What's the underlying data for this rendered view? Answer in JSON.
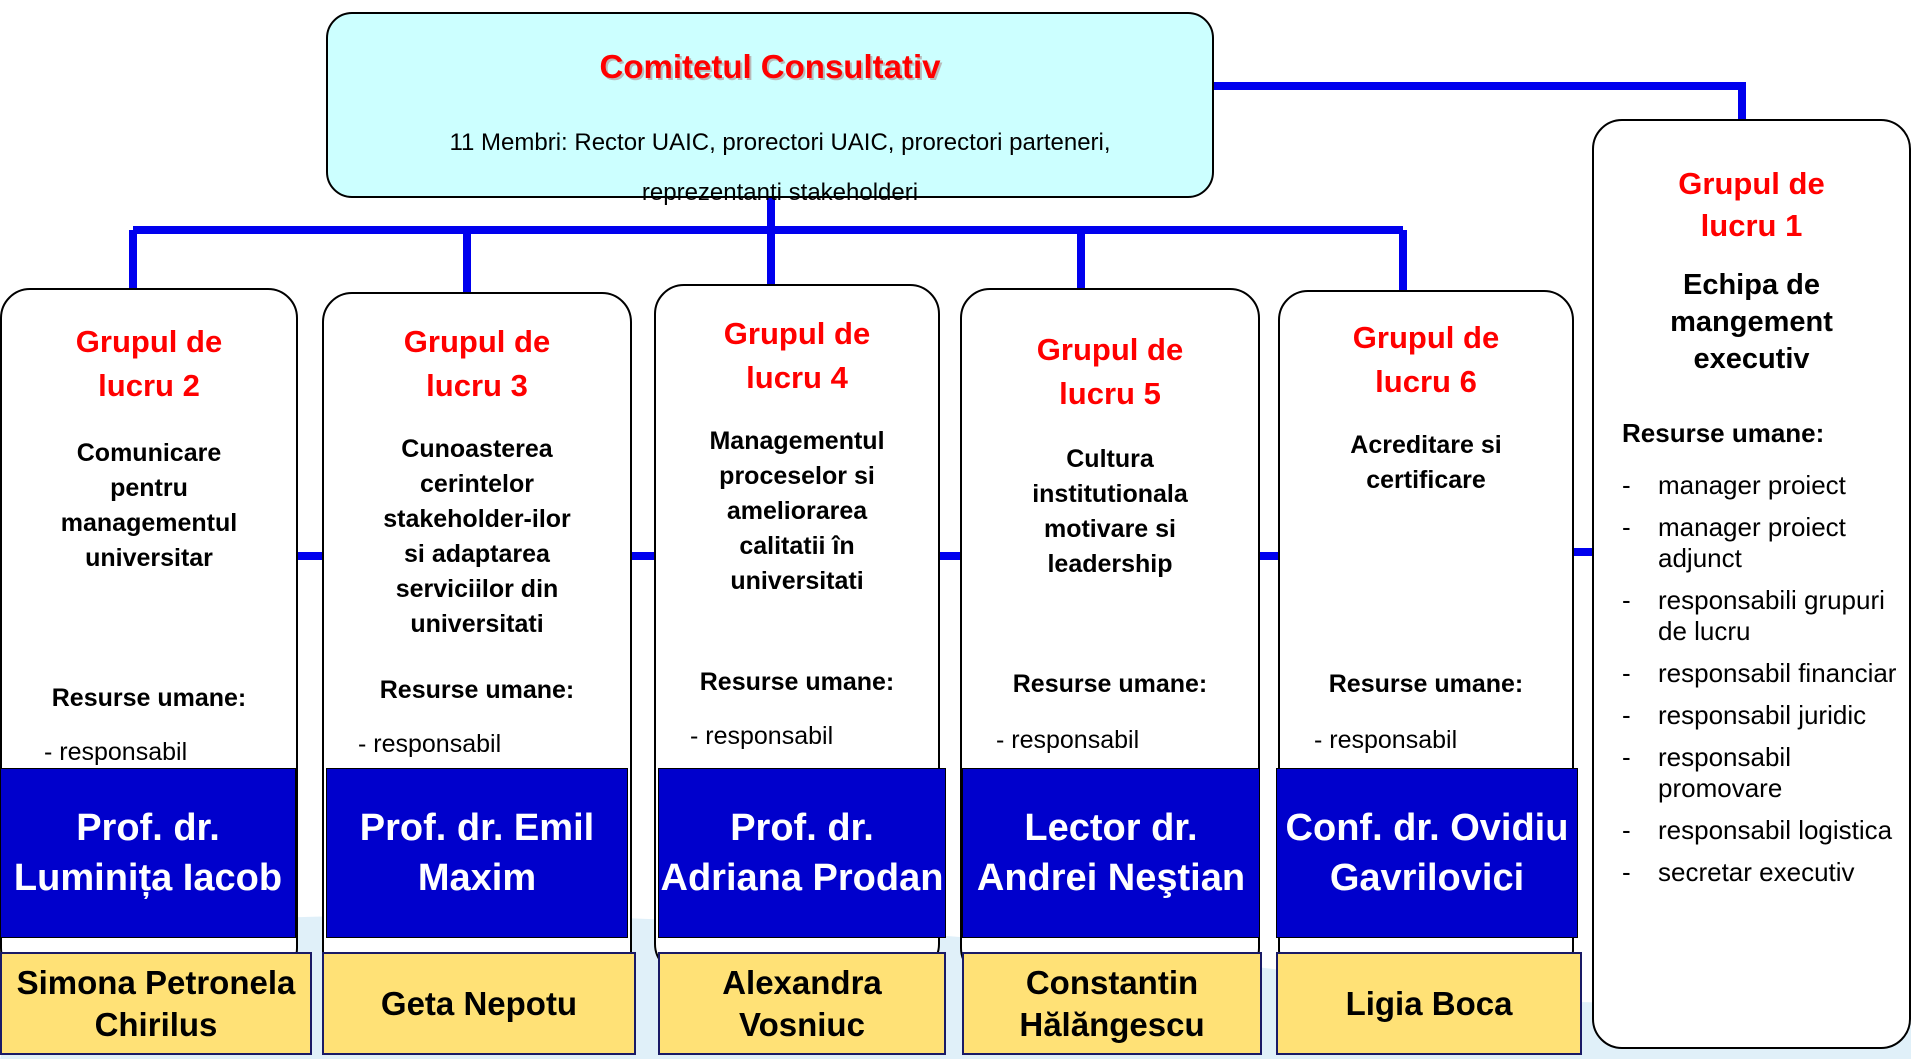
{
  "committee": {
    "title": "Comitetul Consultativ",
    "description_line1": "11 Membri: Rector UAIC, prorectori UAIC, prorectori parteneri,",
    "description_line2": "reprezentanti stakeholderi"
  },
  "group1": {
    "title_line1": "Grupul de",
    "title_line2": "lucru 1",
    "topic_lines": [
      "Echipa de",
      "mangement",
      "executiv"
    ],
    "resources_title": "Resurse umane:",
    "resources": [
      "manager proiect",
      "manager proiect adjunct",
      "responsabili grupuri de lucru",
      "responsabil financiar",
      "responsabil juridic",
      "responsabil promovare",
      "responsabil logistica",
      "secretar executiv"
    ]
  },
  "groups": [
    {
      "title_line1": "Grupul de",
      "title_line2": "lucru 2",
      "topic_lines": [
        "Comunicare",
        "pentru",
        "managementul",
        "universitar"
      ],
      "resources_title": "Resurse umane:",
      "resource_first": "- responsabil",
      "leader_line1": "Prof. dr.",
      "leader_line2": "Luminița Iacob",
      "member_line1": "Simona Petronela",
      "member_line2": "Chirilus"
    },
    {
      "title_line1": "Grupul de",
      "title_line2": "lucru 3",
      "topic_lines": [
        "Cunoasterea",
        "cerintelor",
        "stakeholder-ilor",
        "si adaptarea",
        "serviciilor din",
        "universitati"
      ],
      "resources_title": "Resurse umane:",
      "resource_first": "- responsabil",
      "leader_line1": "Prof. dr. Emil",
      "leader_line2": "Maxim",
      "member_line1": "Geta Nepotu",
      "member_line2": ""
    },
    {
      "title_line1": "Grupul de",
      "title_line2": "lucru 4",
      "topic_lines": [
        "Managementul",
        "proceselor si",
        "ameliorarea",
        "calitatii în",
        "universitati"
      ],
      "resources_title": "Resurse umane:",
      "resource_first": "- responsabil",
      "leader_line1": "Prof. dr.",
      "leader_line2": "Adriana Prodan",
      "member_line1": "Alexandra",
      "member_line2": "Vosniuc"
    },
    {
      "title_line1": "Grupul de",
      "title_line2": "lucru 5",
      "topic_lines": [
        "Cultura",
        "institutionala",
        "motivare si",
        "leadership"
      ],
      "resources_title": "Resurse umane:",
      "resource_first": "- responsabil",
      "leader_line1": "Lector  dr.",
      "leader_line2": "Andrei Neştian",
      "member_line1": "Constantin",
      "member_line2": "Hălăngescu"
    },
    {
      "title_line1": "Grupul de",
      "title_line2": "lucru 6",
      "topic_lines": [
        "Acreditare si",
        "certificare"
      ],
      "resources_title": "Resurse umane:",
      "resource_first": "- responsabil",
      "leader_line1": "Conf. dr. Ovidiu",
      "leader_line2": "Gavrilovici",
      "member_line1": "Ligia Boca",
      "member_line2": ""
    }
  ]
}
